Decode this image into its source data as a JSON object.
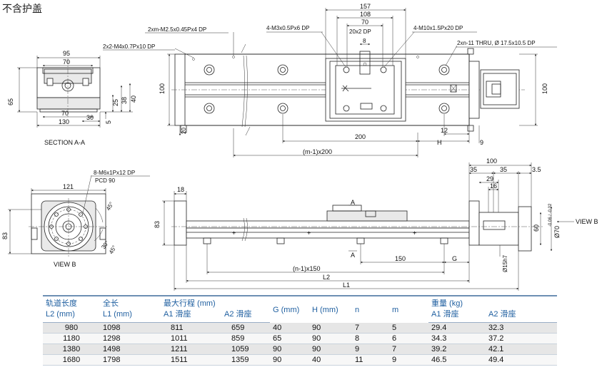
{
  "title": "不含护盖",
  "section_aa": {
    "label": "SECTION A-A",
    "dims": {
      "width_95": "95",
      "width_70": "70",
      "bottom_70": "70",
      "bottom_30": "30",
      "width_130": "130",
      "h_65": "65",
      "h_25": "25",
      "h_38": "38",
      "h_40": "40",
      "h_5": "5"
    }
  },
  "view_b": {
    "label": "VIEW B",
    "holes": "8-M6x1Px12 DP",
    "pcd": "PCD 90",
    "width_121": "121",
    "height_83": "83",
    "angle_45a": "45°",
    "angle_30": "30°",
    "angle_45b": "45°"
  },
  "top_view": {
    "callouts": [
      "2xm-M2.5x0.45Px4 DP",
      "2x2-M4x0.7Px10 DP",
      "4-M3x0.5Px6 DP",
      "4-M10x1.5Px20 DP",
      "2xn-11 THRU, Ø 17.5x10.5 DP"
    ],
    "dims": {
      "d157": "157",
      "d108": "108",
      "d70": "70",
      "d20x2dp": "20x2 DP",
      "d8": "8",
      "d100": "100",
      "d100r": "100",
      "d200": "200",
      "dm1x200": "(m-1)x200",
      "d12": "12",
      "dH": "H",
      "d9": "9",
      "d20": "20"
    }
  },
  "side_view": {
    "dims": {
      "d18": "18",
      "d83": "83",
      "d100": "100",
      "d35a": "35",
      "d35b": "35",
      "d3_5": "3.5",
      "d29": "29",
      "d16": "16",
      "d60": "60",
      "d150": "150",
      "dG": "G",
      "dn1x150": "(n-1)x150",
      "dL2": "L2",
      "dL1": "L1",
      "dA_top": "A",
      "dA_bot": "A",
      "phi70": "Ø70",
      "phi70_tol": "-0.06 / -0.02",
      "phi15": "Ø15h7",
      "view_b_arrow": "VIEW B"
    }
  },
  "table": {
    "headers": {
      "rail_length": "轨道长度",
      "rail_length_sub": "L2 (mm)",
      "total_length": "全长",
      "total_length_sub": "L1 (mm)",
      "max_stroke": "最大行程 (mm)",
      "stroke_a1": "A1 滑座",
      "stroke_a2": "A2 滑座",
      "g": "G (mm)",
      "h": "H (mm)",
      "n": "n",
      "m": "m",
      "weight": "重量 (kg)",
      "weight_a1": "A1 滑座",
      "weight_a2": "A2 滑座"
    },
    "rows": [
      [
        "980",
        "1098",
        "811",
        "659",
        "40",
        "90",
        "7",
        "5",
        "29.4",
        "32.3"
      ],
      [
        "1180",
        "1298",
        "1011",
        "859",
        "65",
        "90",
        "8",
        "6",
        "34.3",
        "37.2"
      ],
      [
        "1380",
        "1498",
        "1211",
        "1059",
        "90",
        "90",
        "9",
        "7",
        "39.2",
        "42.1"
      ],
      [
        "1680",
        "1798",
        "1511",
        "1359",
        "90",
        "40",
        "11",
        "9",
        "46.5",
        "49.4"
      ]
    ]
  }
}
